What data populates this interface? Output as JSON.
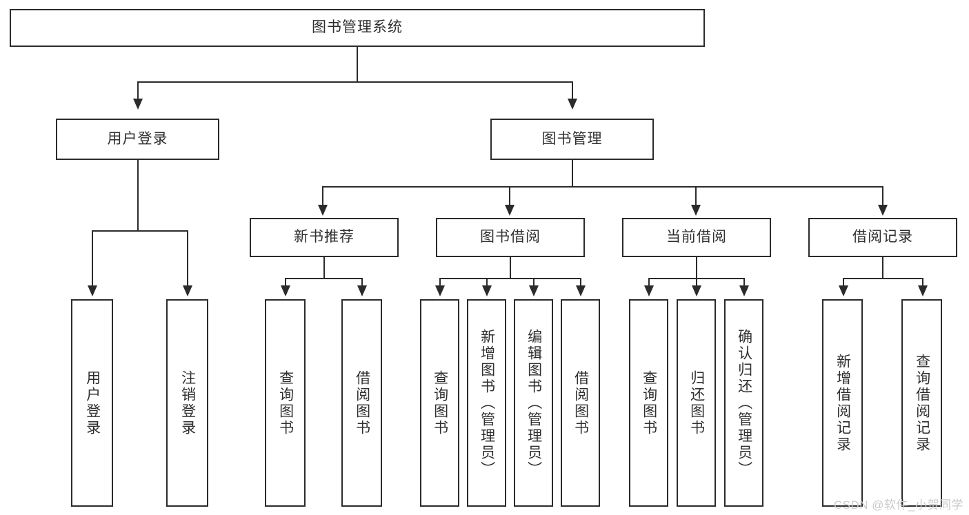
{
  "diagram": {
    "type": "tree-hierarchy",
    "title": "图书管理系统",
    "root": {
      "label": "图书管理系统"
    },
    "level2": [
      {
        "label": "用户登录"
      },
      {
        "label": "图书管理"
      }
    ],
    "level3": [
      {
        "label": "新书推荐"
      },
      {
        "label": "图书借阅"
      },
      {
        "label": "当前借阅"
      },
      {
        "label": "借阅记录"
      }
    ],
    "leaves_user_login": [
      {
        "label": "用户登录"
      },
      {
        "label": "注销登录"
      }
    ],
    "leaves_new_book": [
      {
        "label": "查询图书"
      },
      {
        "label": "借阅图书"
      }
    ],
    "leaves_borrow": [
      {
        "label": "查询图书"
      },
      {
        "label": "新增图书（管理员）"
      },
      {
        "label": "编辑图书（管理员）"
      },
      {
        "label": "借阅图书"
      }
    ],
    "leaves_current": [
      {
        "label": "查询图书"
      },
      {
        "label": "归还图书"
      },
      {
        "label": "确认归还（管理员）"
      }
    ],
    "leaves_record": [
      {
        "label": "新增借阅记录"
      },
      {
        "label": "查询借阅记录"
      }
    ]
  },
  "watermark": {
    "text": "CSDN @软件_小贺同学"
  },
  "colors": {
    "stroke": "#2b2b2b",
    "text": "#2f2f2f",
    "background": "#ffffff",
    "watermark": "#c9c9c9"
  }
}
